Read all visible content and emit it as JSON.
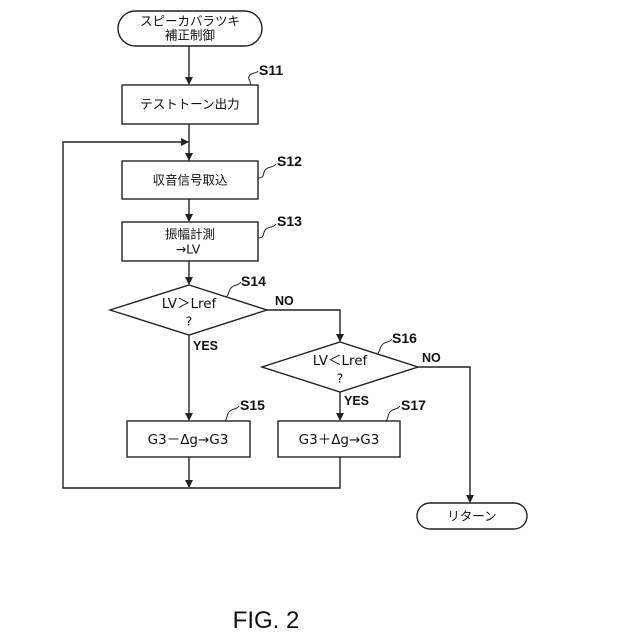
{
  "diagram": {
    "caption": "FIG. 2",
    "nodes": {
      "start": {
        "line1": "スピーカバラツキ",
        "line2": "補正制御"
      },
      "s11": {
        "step": "S11",
        "text": "テストトーン出力"
      },
      "s12": {
        "step": "S12",
        "text": "収音信号取込"
      },
      "s13": {
        "step": "S13",
        "line1": "振幅計測",
        "line2": "→LV"
      },
      "s14": {
        "step": "S14",
        "line1": "LV＞Lref",
        "line2": "?"
      },
      "s15": {
        "step": "S15",
        "text": "G3－Δg→G3"
      },
      "s16": {
        "step": "S16",
        "line1": "LV＜Lref",
        "line2": "?"
      },
      "s17": {
        "step": "S17",
        "text": "G3＋Δg→G3"
      },
      "end": {
        "text": "リターン"
      }
    },
    "branches": {
      "s14_yes": "YES",
      "s14_no": "NO",
      "s16_yes": "YES",
      "s16_no": "NO"
    },
    "edges": [
      {
        "from": "start",
        "to": "s11"
      },
      {
        "from": "s11",
        "to": "s12"
      },
      {
        "from": "s12",
        "to": "s13"
      },
      {
        "from": "s13",
        "to": "s14"
      },
      {
        "from": "s14",
        "to": "s15",
        "label": "YES"
      },
      {
        "from": "s14",
        "to": "s16",
        "label": "NO"
      },
      {
        "from": "s16",
        "to": "s17",
        "label": "YES"
      },
      {
        "from": "s16",
        "to": "end",
        "label": "NO"
      },
      {
        "from": "s15",
        "to": "s12",
        "label": "loop"
      },
      {
        "from": "s17",
        "to": "s12",
        "label": "loop"
      }
    ]
  }
}
